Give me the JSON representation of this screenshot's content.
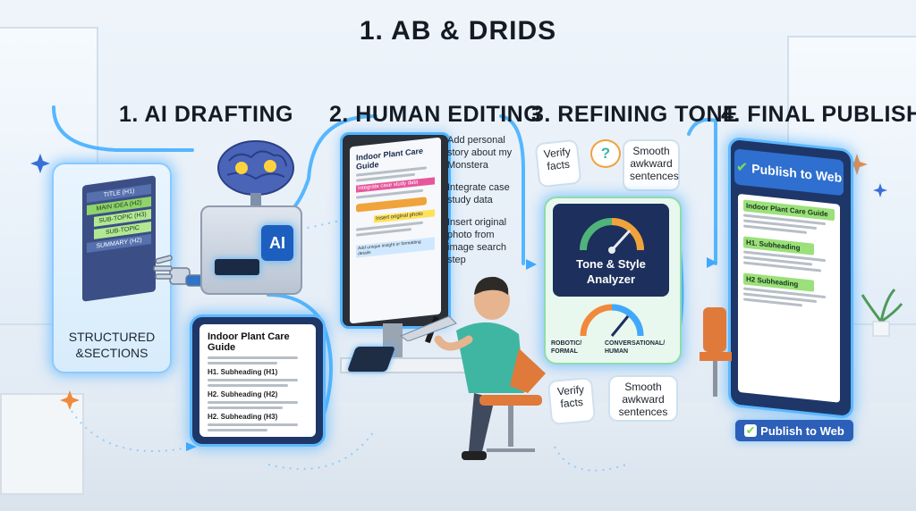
{
  "title": "1. AB & DRIDS",
  "steps": [
    {
      "label": "1. AI DRAFTING"
    },
    {
      "label": "2. HUMAN EDITING"
    },
    {
      "label": "3. REFINING TONE"
    },
    {
      "label": "4. FINAL PUBLISH"
    }
  ],
  "outline": {
    "items": [
      "TITLE (H1)",
      "MAIN IDEA (H2)",
      "SUB-TOPIC (H3)",
      "SUB-TOPIC",
      "SUMMARY (H2)"
    ],
    "caption_line1": "STRUCTURED",
    "caption_line2": "&SECTIONS"
  },
  "ai_badge": "AI",
  "draft_doc": {
    "title": "Indoor Plant Care Guide",
    "headings": [
      "H1. Subheading (H1)",
      "H2. Subheading (H2)",
      "H2. Subheading (H3)"
    ]
  },
  "monitor_doc": {
    "title": "Indoor Plant Care Guide",
    "highlight1": "Integrate case study data",
    "highlight2": "Insert original photo",
    "footer": "Add unique insight or formatting details"
  },
  "edit_notes": [
    "Add personal story about my Monstera",
    "Integrate case study data",
    "Insert original photo from image search step"
  ],
  "tone": {
    "bubble_verify": "Verify facts",
    "bubble_smooth": "Smooth awkward sentences",
    "analyzer_line1": "Tone & Style",
    "analyzer_line2": "Analyzer",
    "left_label": "ROBOTIC/ FORMAL",
    "right_label": "CONVERSATIONAL/ HUMAN",
    "lower_verify": "Verify facts",
    "lower_smooth": "Smooth awkward sentences"
  },
  "publish": {
    "banner": "Publish to Web",
    "doc_title": "Indoor Plant Care Guide",
    "sub1": "H1. Subheading",
    "sub2": "H2 Subheading",
    "button": "Publish to Web"
  },
  "colors": {
    "accent": "#3fa9ff",
    "green": "#7ed957",
    "navy": "#1f3a66",
    "orange": "#e88a3c"
  }
}
